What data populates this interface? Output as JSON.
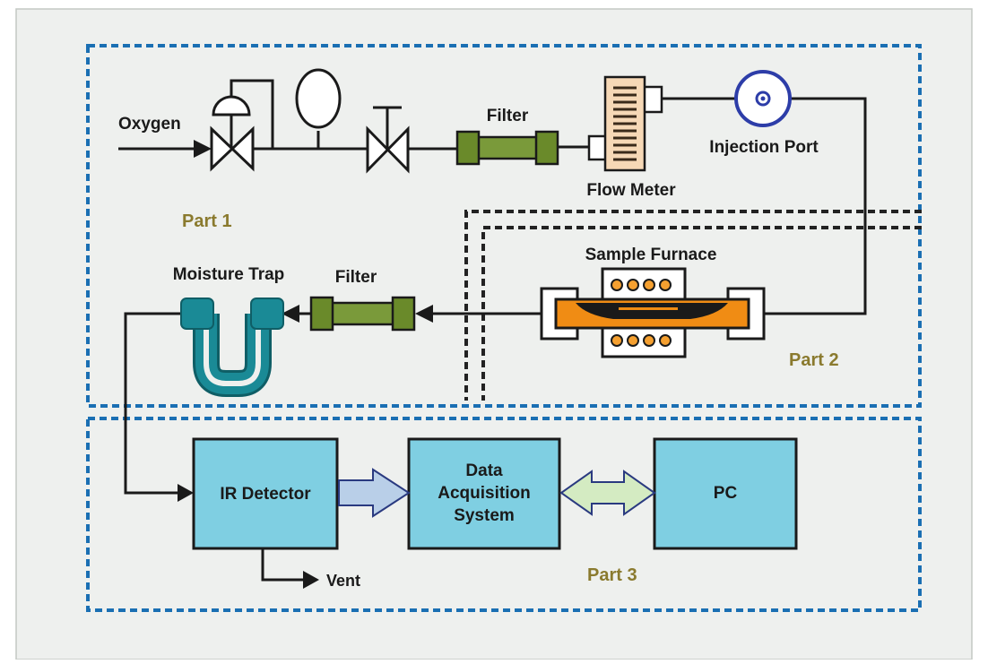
{
  "labels": {
    "oxygen": "Oxygen",
    "filter_top": "Filter",
    "flow_meter": "Flow Meter",
    "injection_port": "Injection Port",
    "part1": "Part 1",
    "moisture_trap": "Moisture Trap",
    "filter_bottom": "Filter",
    "sample_furnace": "Sample Furnace",
    "part2": "Part 2",
    "ir_detector": "IR Detector",
    "daq_line1": "Data",
    "daq_line2": "Acquisition",
    "daq_line3": "System",
    "pc": "PC",
    "vent": "Vent",
    "part3": "Part 3"
  },
  "colors": {
    "panel_background": "#eef0ee",
    "panel_border": "#c4c8c4",
    "dashed_blue": "#1a6fb3",
    "dashed_black": "#222222",
    "line": "#1a1a1a",
    "part_label": "#8a7a2e",
    "filter_green": "#7a9a3a",
    "filter_dark": "#4a6a1e",
    "flow_meter_fill": "#f6d8b6",
    "injection_port_blue": "#2d3da8",
    "furnace_orange": "#f08c14",
    "coil_orange": "#f5a030",
    "trap_teal": "#1a8a96",
    "box_blue": "#7fcfe2",
    "arrow_blue": "#b9cfe8",
    "arrow_green": "#d4ebc2"
  },
  "icons": {
    "check_valve": "check-valve-icon",
    "pressure_gauge": "pressure-gauge-icon",
    "needle_valve": "needle-valve-icon",
    "filter": "filter-icon",
    "flow_meter": "flow-meter-icon",
    "injection_port": "injection-port-icon",
    "furnace": "sample-furnace-icon",
    "moisture_trap": "moisture-trap-icon"
  }
}
